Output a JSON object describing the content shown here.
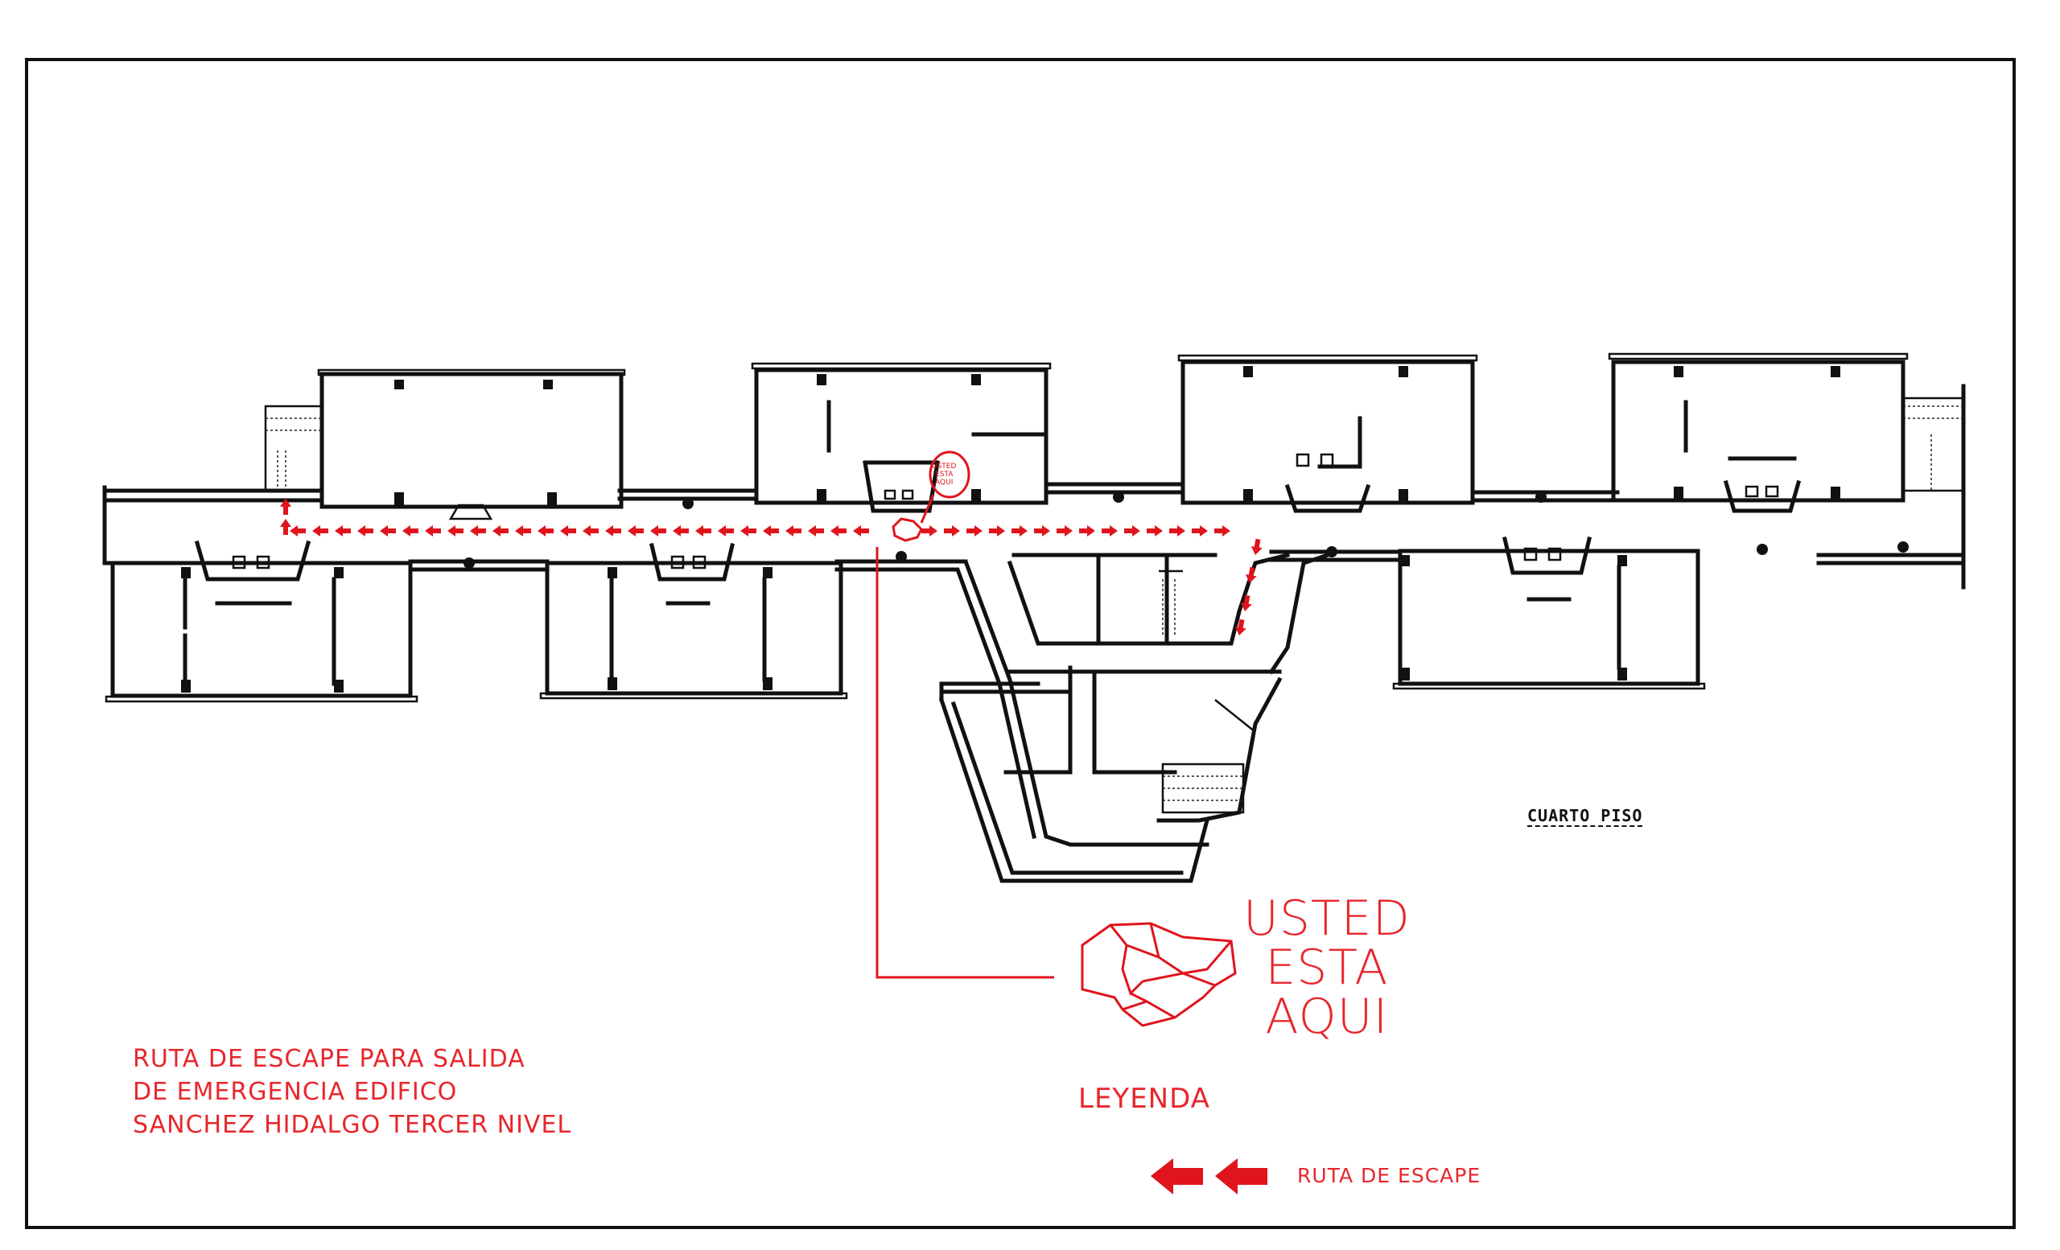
{
  "map_title": {
    "line1": "RUTA DE ESCAPE PARA SALIDA",
    "line2": "DE EMERGENCIA EDIFICO",
    "line3": "SANCHEZ HIDALGO TERCER NIVEL"
  },
  "floor_label": "CUARTO PISO",
  "you_are_here": {
    "line1": "USTED",
    "line2": "ESTA",
    "line3": "AQUI"
  },
  "mini_marker": {
    "line1": "USTED",
    "line2": "ESTA",
    "line3": "AQUI"
  },
  "legend": {
    "title": "LEYENDA",
    "route_label": "RUTA DE ESCAPE"
  },
  "colors": {
    "route": "#e0141c",
    "walls": "#111111",
    "background": "#ffffff"
  }
}
